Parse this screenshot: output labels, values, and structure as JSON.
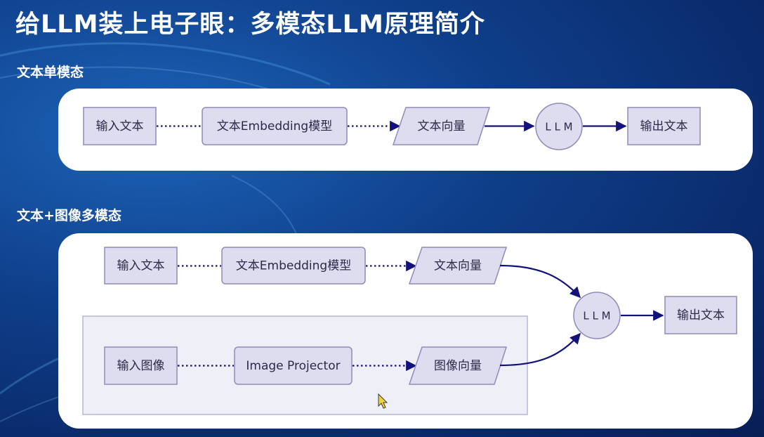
{
  "title": "给LLM装上电子眼：多模态LLM原理简介",
  "sections": {
    "text_only": {
      "label": "文本单模态",
      "nodes": {
        "input_text": "输入文本",
        "embedding_model": "文本Embedding模型",
        "text_vector": "文本向量",
        "llm": "L L M",
        "output_text": "输出文本"
      }
    },
    "multimodal": {
      "label": "文本+图像多模态",
      "nodes": {
        "input_text": "输入文本",
        "embedding_model": "文本Embedding模型",
        "text_vector": "文本向量",
        "input_image": "输入图像",
        "image_projector": "Image Projector",
        "image_vector": "图像向量",
        "llm": "L L M",
        "output_text": "输出文本"
      }
    }
  },
  "colors": {
    "background": "#0f3f8a",
    "node_fill": "#dedcef",
    "node_stroke": "#8e8cb8",
    "edge": "#12127a",
    "panel": "#ffffff"
  }
}
